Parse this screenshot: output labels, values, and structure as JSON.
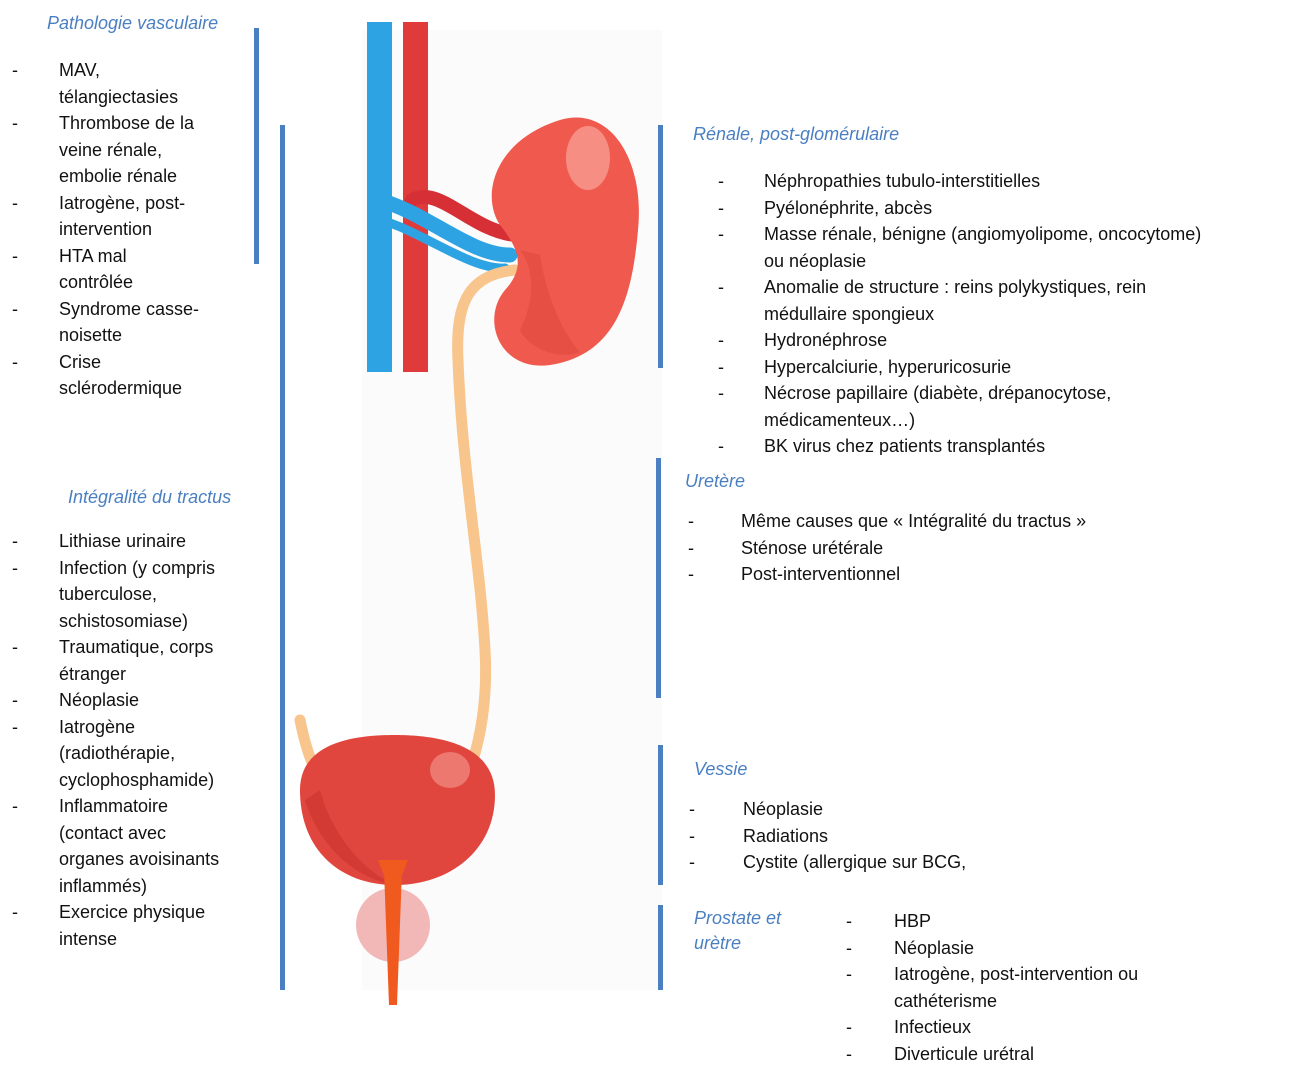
{
  "vascular": {
    "heading": "Pathologie vasculaire",
    "items": [
      "MAV,\ntélangiectasies",
      "Thrombose de la\nveine rénale,\nembolie rénale",
      "Iatrogène, post-\nintervention",
      "HTA mal\ncontrôlée",
      "Syndrome casse-\nnoisette",
      "Crise\nsclérodermique"
    ]
  },
  "tract": {
    "heading": "Intégralité du tractus",
    "items": [
      "Lithiase urinaire",
      "Infection (y compris\ntuberculose,\nschistosomiase)",
      "Traumatique, corps\nétranger",
      "Néoplasie",
      "Iatrogène\n(radiothérapie,\ncyclophosphamide)",
      "Inflammatoire\n(contact avec\norganes avoisinants\ninflammés)",
      "Exercice physique\nintense"
    ]
  },
  "renal": {
    "heading": "Rénale, post-glomérulaire",
    "items": [
      "Néphropathies tubulo-interstitielles",
      "Pyélonéphrite, abcès",
      "Masse rénale, bénigne (angiomyolipome, oncocytome)\nou néoplasie",
      "Anomalie de structure : reins polykystiques, rein\nmédullaire spongieux",
      "Hydronéphrose",
      "Hypercalciurie, hyperuricosurie",
      "Nécrose papillaire (diabète, drépanocytose,\nmédicamenteux…)",
      "BK virus chez patients transplantés"
    ]
  },
  "ureter": {
    "heading": "Uretère",
    "items": [
      "Même causes que « Intégralité du tractus »",
      "Sténose urétérale",
      "Post-interventionnel"
    ]
  },
  "bladder": {
    "heading": "Vessie",
    "items": [
      "Néoplasie",
      "Radiations",
      "Cystite (allergique sur BCG,"
    ]
  },
  "prostate": {
    "heading": "Prostate et\nurètre",
    "items": [
      "HBP",
      "Néoplasie",
      "Iatrogène, post-intervention ou\ncathéterisme",
      "Infectieux",
      "Diverticule urétral"
    ]
  },
  "colors": {
    "accent_blue": "#4a7fc1",
    "vein_blue": "#2ea3e3",
    "artery_red": "#e03a3a",
    "kidney_red": "#f0594d",
    "ureter_tan": "#f8c58d",
    "bladder_red": "#e0463e",
    "urethra_orange": "#f05a1e",
    "prostate_pink": "#f2b8b8"
  }
}
